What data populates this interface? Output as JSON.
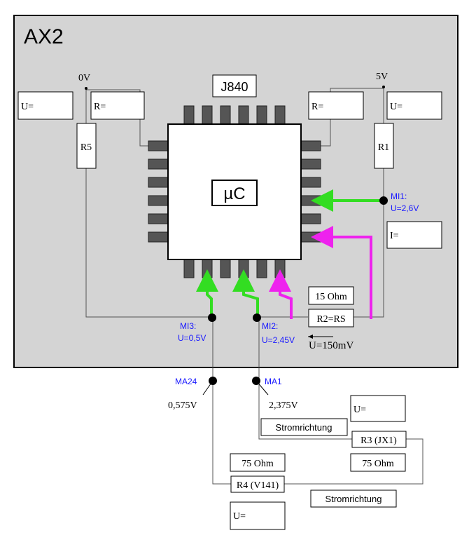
{
  "board": {
    "title": "AX2",
    "background": "#d4d4d4"
  },
  "chip": {
    "label": "J840",
    "core": "µC"
  },
  "rails": {
    "left": "0V",
    "right": "5V"
  },
  "boxes": {
    "u_left": "U=",
    "r_left": "R=",
    "r_right": "R=",
    "u_right": "U=",
    "i_right": "I=",
    "u_mid": "U=",
    "u_bottom": "U="
  },
  "resistors": {
    "r5": "R5",
    "r1": "R1",
    "r2": "R2=RS",
    "r2_value": "15 Ohm",
    "r3": "R3 (JX1)",
    "r3_value": "75 Ohm",
    "r4": "R4 (V141)",
    "r4_value": "75 Ohm"
  },
  "measurements": {
    "mi1": {
      "name": "MI1:",
      "value": "U=2,6V"
    },
    "mi2": {
      "name": "MI2:",
      "value": "U=2,45V"
    },
    "mi3": {
      "name": "MI3:",
      "value": "U=0,5V"
    },
    "ma1": {
      "name": "MA1",
      "value": "2,375V"
    },
    "ma24": {
      "name": "MA24",
      "value": "0,575V"
    },
    "u_shunt": "U=150mV"
  },
  "labels": {
    "current_dir_1": "Stromrichtung",
    "current_dir_2": "Stromrichtung"
  },
  "colors": {
    "green": "#33dd22",
    "magenta": "#ee22ee",
    "blue": "#1a1aff"
  }
}
